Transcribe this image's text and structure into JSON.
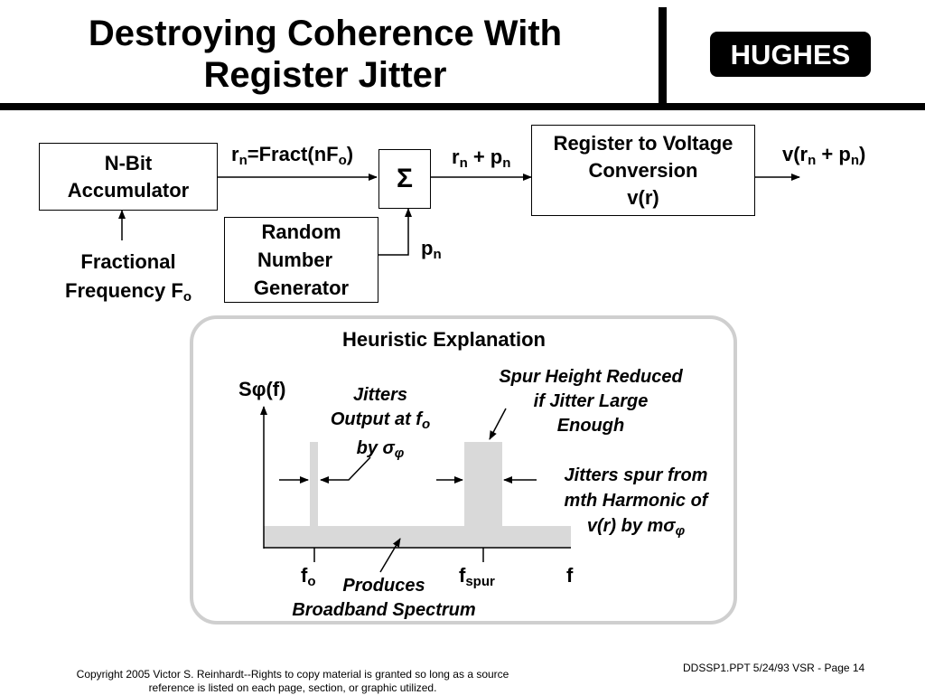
{
  "slide": {
    "title_line1": "Destroying Coherence With",
    "title_line2": "Register Jitter",
    "logo": "HUGHES"
  },
  "block_diagram": {
    "accumulator_line1": "N-Bit",
    "accumulator_line2": "Accumulator",
    "rng_line1": "Random",
    "rng_line2": "Number",
    "rng_line3": "Generator",
    "sum_symbol": "Σ",
    "converter_line1": "Register to Voltage",
    "converter_line2": "Conversion",
    "converter_line3": "v(r)",
    "fract_label_r": "r",
    "fract_label_sub": "n",
    "fract_label_mid": "=Fract(nF",
    "fract_label_sub2": "o",
    "fract_label_end": ")",
    "sum_out_r": "r",
    "sum_out_sub": "n",
    "sum_out_mid": " + p",
    "sum_out_sub2": "n",
    "pn_p": "p",
    "pn_sub": "n",
    "out_pre": "v(r",
    "out_sub": "n",
    "out_mid": " + p",
    "out_sub2": "n",
    "out_end": ")",
    "input_line1": "Fractional",
    "input_line2": "Frequency F",
    "input_sub": "o"
  },
  "heuristic": {
    "title": "Heuristic Explanation",
    "y_axis_label_pre": "S",
    "y_axis_label_phi": "φ",
    "y_axis_label_post": "(f)",
    "jitters_line1": "Jitters",
    "jitters_line2": "Output at f",
    "jitters_sub": "o",
    "jitters_line3": "by σ",
    "jitters_phi": "φ",
    "spur_line1": "Spur Height Reduced",
    "spur_line2": "if Jitter Large",
    "spur_line3": "Enough",
    "spur_from_line1": "Jitters spur from",
    "spur_from_line2": "mth Harmonic of",
    "spur_from_line3": "v(r) by mσ",
    "spur_from_phi": "φ",
    "tick_fo": "f",
    "tick_fo_sub": "o",
    "tick_fspur": "f",
    "tick_fspur_sub": "spur",
    "tick_f": "f",
    "produces_line1": "Produces",
    "produces_line2": "Broadband Spectrum"
  },
  "footer": {
    "copyright_line1": "Copyright 2005 Victor S. Reinhardt--Rights to copy material is granted so long as a source",
    "copyright_line2": "reference is listed on each page, section, or graphic utilized.",
    "page_ref": "DDSSP1.PPT 5/24/93 VSR - Page 14"
  },
  "colors": {
    "spectrum_fill": "#d9d9d9",
    "panel_border": "#cfcfcf",
    "logo_bg": "#000000"
  }
}
